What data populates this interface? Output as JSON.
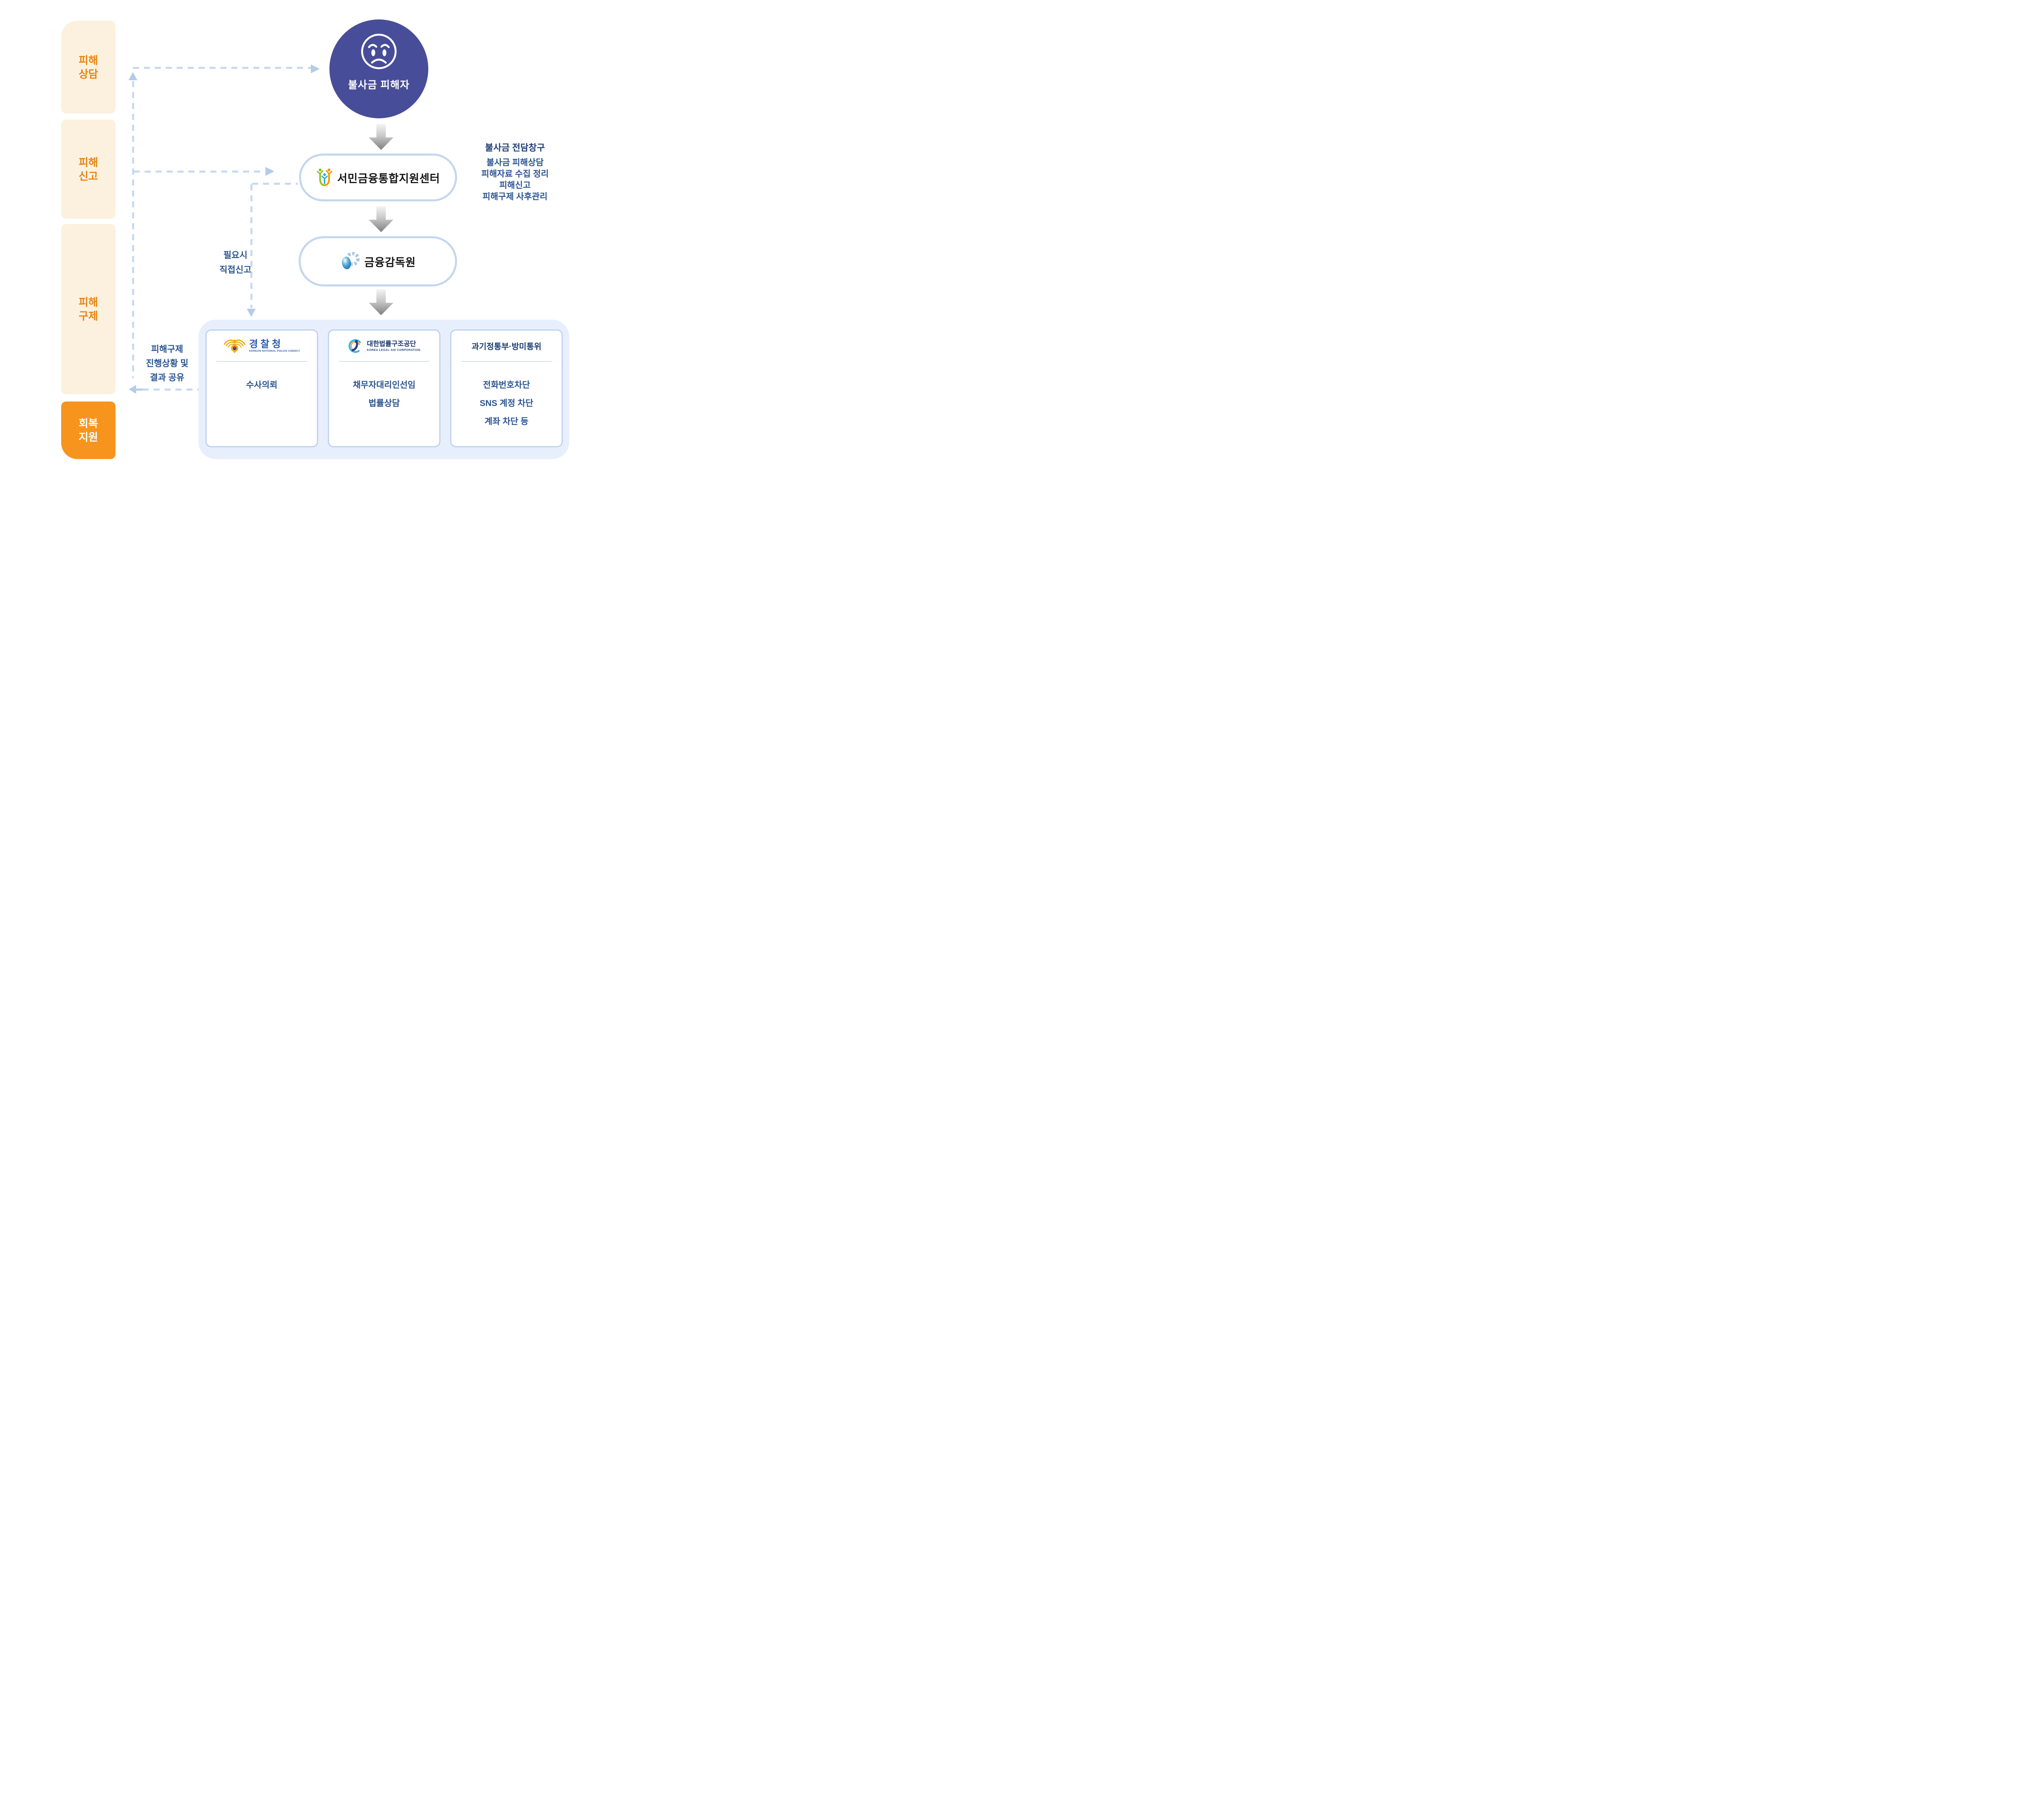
{
  "stages": [
    {
      "lines": [
        "피해",
        "상담"
      ]
    },
    {
      "lines": [
        "피해",
        "신고"
      ]
    },
    {
      "lines": [
        "피해",
        "구제"
      ]
    },
    {
      "lines": [
        "회복",
        "지원"
      ]
    }
  ],
  "victim": {
    "label": "불사금 피해자"
  },
  "support_center": {
    "name": "서민금융통합지원센터"
  },
  "dedicated_desk": {
    "title": "불사금 전담창구",
    "items": [
      "불사금 피해상담",
      "피해자료 수집 정리",
      "피해신고",
      "피해구제 사후관리"
    ]
  },
  "fss": {
    "name": "금융감독원"
  },
  "direct_report": {
    "lines": [
      "필요시",
      "직접신고"
    ]
  },
  "feedback": {
    "lines": [
      "피해구제",
      "진행상황 및",
      "결과 공유"
    ]
  },
  "agencies": [
    {
      "name": "경찰청",
      "eng": "KOREAN NATIONAL POLICE AGENCY",
      "tasks": [
        "수사의뢰"
      ]
    },
    {
      "name": "대한법률구조공단",
      "eng": "KOREA LEGAL AID CORPORATION",
      "tasks": [
        "채무자대리인선임",
        "법률상담"
      ]
    },
    {
      "name": "과기정통부·방미통위",
      "tasks": [
        "전화번호차단",
        "SNS 계정 차단",
        "계좌 차단 등"
      ]
    }
  ],
  "icons": {
    "victim_face": "sad-face-icon",
    "support_center_logo": "people-figures-logo",
    "fss_logo": "sphere-starburst-logo",
    "police_logo": "eagle-emblem-logo",
    "legal_aid_logo": "person-circle-logo"
  },
  "colors": {
    "accent_orange": "#f6941d",
    "stage_cream": "#fcf1de",
    "stage_text_orange": "#e8820e",
    "victim_indigo": "#484d99",
    "navy_text": "#2a5391",
    "navy_title": "#1c3c72",
    "dash_blue": "#c7d9f0",
    "arrowhead_blue": "#b4cbe9",
    "pill_border": "#c3d7ef",
    "container_bg": "#e8effc",
    "card_border": "#bfd3ed",
    "police_blue": "#2d5ba8"
  }
}
